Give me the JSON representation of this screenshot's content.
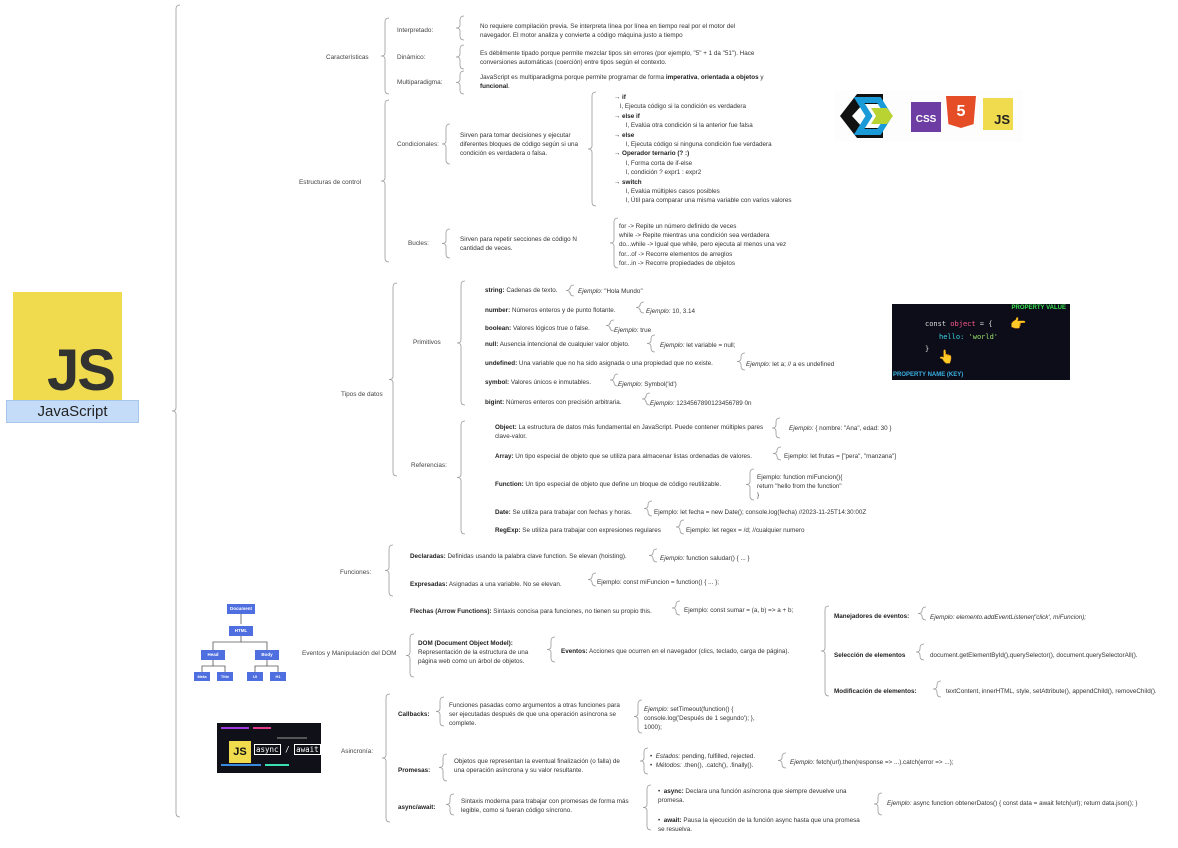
{
  "root": {
    "logo_text": "JS",
    "title": "JavaScript"
  },
  "caracteristicas": {
    "label": "Características",
    "interpretado": {
      "label": "Interpretado:",
      "text": "No requiere compilación previa. Se interpreta línea por línea en tiempo real por el motor del navegador. El motor analiza y convierte a código máquina justo a tiempo"
    },
    "dinamico": {
      "label": "Dinámico:",
      "text": "Es débilmente tipado porque permite mezclar tipos sin errores (por ejemplo, \"5\" + 1 da \"51\"). Hace conversiones automáticas (coerción) entre tipos según el contexto."
    },
    "multiparadigma": {
      "label": "Multiparadigma:",
      "text_a": "JavaScript es multiparadigma porque permite programar de forma ",
      "b1": "imperativa",
      "sep1": ", ",
      "b2": "orientada a objetos",
      "sep2": " y ",
      "b3": "funcional",
      "end": "."
    }
  },
  "estructuras": {
    "label": "Estructuras de control",
    "condicionales": {
      "label": "Condicionales:",
      "desc": "Sirven para tomar decisiones y ejecutar diferentes bloques de código según si una condición es verdadera o falsa.",
      "lines": [
        {
          "t": "→ if",
          "b": true
        },
        {
          "t": "Ɩ, Ejecuta código si la condición es verdadera",
          "b": false,
          "ind": 1
        },
        {
          "t": "→ else if",
          "b": true
        },
        {
          "t": "Ɩ, Evalúa otra condición si la anterior fue falsa",
          "b": false,
          "ind": 2
        },
        {
          "t": "→ else",
          "b": true
        },
        {
          "t": "Ɩ, Ejecuta código si ninguna condición fue verdadera",
          "b": false,
          "ind": 2
        },
        {
          "t": "→ Operador ternario (? :)",
          "b": true
        },
        {
          "t": "Ɩ, Forma corta de if-else",
          "b": false,
          "ind": 2
        },
        {
          "t": "Ɩ, condición ? expr1 : expr2",
          "b": false,
          "ind": 2
        },
        {
          "t": "→ switch",
          "b": true
        },
        {
          "t": "Ɩ, Evalúa múltiples casos posibles",
          "b": false,
          "ind": 2
        },
        {
          "t": "Ɩ, Útil para comparar una misma variable con varios valores",
          "b": false,
          "ind": 2
        }
      ]
    },
    "bucles": {
      "label": "Bucles:",
      "desc": "Sirven para repetir secciones de código N cantidad de veces.",
      "lines": [
        "for -> Repite un número definido de veces",
        "while -> Repite mientras una condición sea verdadera",
        "do...while -> Igual que while, pero ejecuta al menos una vez",
        "for...of -> Recorre elementos de arreglos",
        "for...in -> Recorre propiedades de objetos"
      ]
    }
  },
  "tipos": {
    "label": "Tipos de datos",
    "primitivos": {
      "label": "Primitivos",
      "items": [
        {
          "name": "string:",
          "desc": " Cadenas de texto.",
          "ex_label": "Ejemplo:",
          "ex": " \"Hola Mundo\""
        },
        {
          "name": "number:",
          "desc": " Números enteros y de punto flotante.",
          "ex_label": "Ejemplo:",
          "ex": " 10, 3.14"
        },
        {
          "name": "boolean:",
          "desc": " Valores lógicos true o false.",
          "ex_label": "Ejemplo:",
          "ex": " true"
        },
        {
          "name": "null:",
          "desc": " Ausencia intencional de cualquier valor objeto.",
          "ex_label": "Ejemplo:",
          "ex": " let variable = null;"
        },
        {
          "name": "undefined:",
          "desc": " Una variable que no ha sido asignada o una propiedad que no existe.",
          "ex_label": "Ejemplo:",
          "ex": " let a; // a es undefined"
        },
        {
          "name": "symbol:",
          "desc": " Valores únicos e inmutables.",
          "ex_label": "Ejemplo:",
          "ex": " Symbol('id')"
        },
        {
          "name": "bigint:",
          "desc": " Números enteros con precisión arbitraria.",
          "ex_label": "Ejemplo:",
          "ex": " 1234567890123456789 0n"
        }
      ]
    },
    "referencias": {
      "label": "Referencias:",
      "object": {
        "name": "Object:",
        "desc": " La estructura de datos más fundamental en JavaScript. Puede contener múltiples pares clave-valor.",
        "ex_label": "Ejemplo:",
        "ex": " { nombre: \"Ana\", edad: 30 }"
      },
      "array": {
        "name": "Array:",
        "desc": " Un tipo especial de objeto que se utiliza para almacenar listas ordenadas de valores.",
        "ex": "Ejemplo: let frutas = [\"pera\", \"manzana\"]"
      },
      "function": {
        "name": "Function:",
        "desc": " Un tipo especial de objeto que define un bloque de código reutilizable.",
        "ex_lines": [
          "Ejemplo: function miFuncion(){",
          "return \"hello from the function\"",
          "}"
        ]
      },
      "date": {
        "name": "Date:",
        "desc": " Se utiliza para trabajar con fechas y horas.",
        "ex": "Ejemplo: let fecha = new Date(); console.log(fecha) //2023-11-25T14:30:00Z"
      },
      "regexp": {
        "name": "RegExp:",
        "desc": " Se utiliza para trabajar con expresiones regulares",
        "ex": "Ejemplo: let regex = /d; //cualquier numero"
      }
    },
    "code_image": {
      "property_value": "PROPERTY VALUE",
      "property_name": "PROPERTY NAME (KEY)",
      "kw": "const",
      "obj": "object",
      "eq": " = {",
      "key": "hello:",
      "val": " 'world'",
      "close": "}"
    }
  },
  "funciones": {
    "label": "Funciones:",
    "declaradas": {
      "name": "Declaradas:",
      "desc": " Definidas usando la palabra clave function. Se elevan (hoisting).",
      "ex_label": "Ejemplo:",
      "ex": " function saludar() { ... }"
    },
    "expresadas": {
      "name": "Expresadas:",
      "desc": " Asignadas a una variable. No se elevan.",
      "ex": "Ejemplo: const miFuncion = function() { ... };"
    },
    "flechas": {
      "name": "Flechas (Arrow Functions):",
      "desc": " Sintaxis concisa para funciones, no tienen su propio this.",
      "ex": "Ejemplo: const sumar = (a, b) => a + b;"
    }
  },
  "eventos": {
    "label": "Eventos y Manipulación del DOM",
    "dom": {
      "name": "DOM (Document Object Model):",
      "desc": "Representación de la estructura de una página web como un árbol de objetos."
    },
    "ev": {
      "name": "Eventos:",
      "desc": " Acciones que ocurren en el navegador (clics, teclado, carga de página)."
    },
    "manejadores": {
      "name": "Manejadores de eventos:",
      "ex_label": "Ejemplo:",
      "ex": " elemento.addEventListener('click', miFuncion);"
    },
    "seleccion": {
      "name": "Selección de elementos",
      "ex": "document.getElementById(),querySelector(), document.querySelectorAll()."
    },
    "modificacion": {
      "name": "Modificación de elementos:",
      "ex": "textContent, innerHTML, style, setAttribute(), appendChild(), removeChild()."
    },
    "tree": {
      "document": "Document",
      "html": "HTML",
      "head": "Head",
      "body": "Body",
      "meta": "Meta",
      "title": "Title",
      "ul": "Ul",
      "h1": "H1"
    }
  },
  "asincronia": {
    "label": "Asincronía:",
    "callbacks": {
      "name": "Callbacks:",
      "desc": "Funciones pasadas como argumentos a otras funciones para ser ejecutadas después de que una operación asíncrona se complete.",
      "ex_label": "Ejemplo:",
      "ex_lines": [
        " setTimeout(function() {",
        "console.log('Después de 1 segundo'); },",
        "1000);"
      ]
    },
    "promesas": {
      "name": "Promesas:",
      "desc": "Objetos que representan la eventual finalización (o falla) de una operación asíncrona y su valor resultante.",
      "estados_label": "Estados:",
      "estados": " pending, fulfilled, rejected.",
      "metodos_label": "Métodos:",
      "metodos": " .then(), .catch(), .finally().",
      "ex_label": "Ejemplo:",
      "ex": " fetch(url).then(response => ...).catch(error => ...);"
    },
    "asyncawait": {
      "name": "async/await:",
      "desc": "Sintaxis moderna para trabajar con promesas de forma más legible, como si fueran código síncrono.",
      "async_label": "async:",
      "async_desc": " Declara una función asíncrona que siempre devuelve una promesa.",
      "await_label": "await:",
      "await_desc": " Pausa la ejecución de la función async hasta que una promesa se resuelva.",
      "ex_label": "Ejemplo:",
      "ex": " async function obtenerDatos() { const data = await fetch(url); return data.json(); }"
    },
    "banner": {
      "js": "JS",
      "async": "async",
      "slash": " / ",
      "await": "await"
    }
  },
  "badges": {
    "css": "CSS",
    "html": "5",
    "js": "JS"
  }
}
